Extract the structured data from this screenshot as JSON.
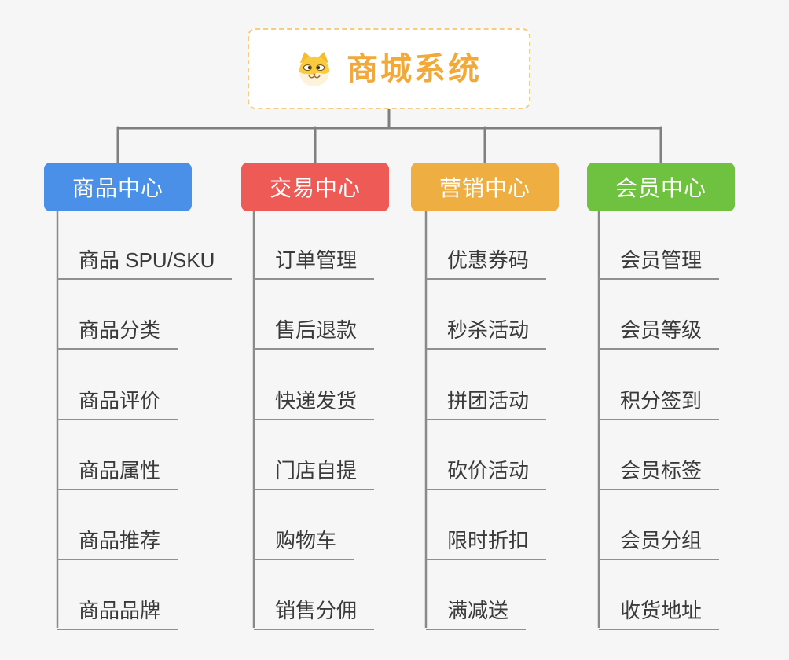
{
  "page": {
    "background": "#F6F6F6",
    "connector_color": "#7F7F7F",
    "leaf_underline_color": "#909090"
  },
  "root": {
    "title": "商城系统",
    "icon": "doge-dog-icon",
    "title_color": "#F2A93C",
    "border_color": "#F8CB7E"
  },
  "branches": [
    {
      "label": "商品中心",
      "color": "#4A8FE8",
      "children": [
        "商品 SPU/SKU",
        "商品分类",
        "商品评价",
        "商品属性",
        "商品推荐",
        "商品品牌"
      ]
    },
    {
      "label": "交易中心",
      "color": "#EE5B56",
      "children": [
        "订单管理",
        "售后退款",
        "快递发货",
        "门店自提",
        "购物车",
        "销售分佣"
      ]
    },
    {
      "label": "营销中心",
      "color": "#EFAE42",
      "children": [
        "优惠券码",
        "秒杀活动",
        "拼团活动",
        "砍价活动",
        "限时折扣",
        "满减送"
      ]
    },
    {
      "label": "会员中心",
      "color": "#6FC140",
      "children": [
        "会员管理",
        "会员等级",
        "积分签到",
        "会员标签",
        "会员分组",
        "收货地址"
      ]
    }
  ]
}
